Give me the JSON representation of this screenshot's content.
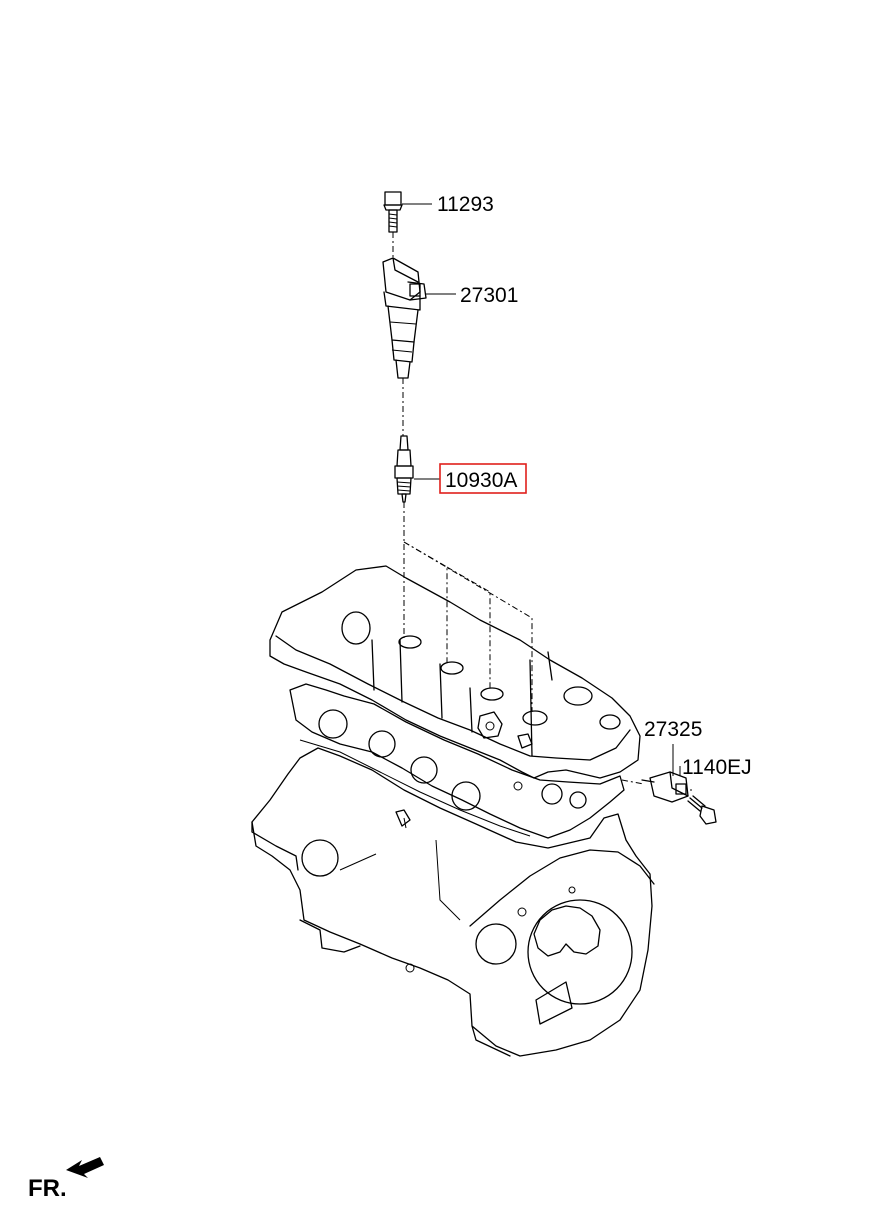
{
  "parts": [
    {
      "id": "bolt",
      "number": "11293",
      "name": "bolt-part",
      "highlighted": false
    },
    {
      "id": "ignition-coil",
      "number": "27301",
      "name": "ignition-coil-part",
      "highlighted": false
    },
    {
      "id": "spark-plug",
      "number": "10930A",
      "name": "spark-plug-part",
      "highlighted": true
    },
    {
      "id": "sensor",
      "number": "27325",
      "name": "sensor-part",
      "highlighted": false
    },
    {
      "id": "sensor-bolt",
      "number": "1140EJ",
      "name": "sensor-bolt-part",
      "highlighted": false
    }
  ],
  "front_indicator": "FR.",
  "highlight_color": "#e0201c",
  "line_color": "#000000"
}
